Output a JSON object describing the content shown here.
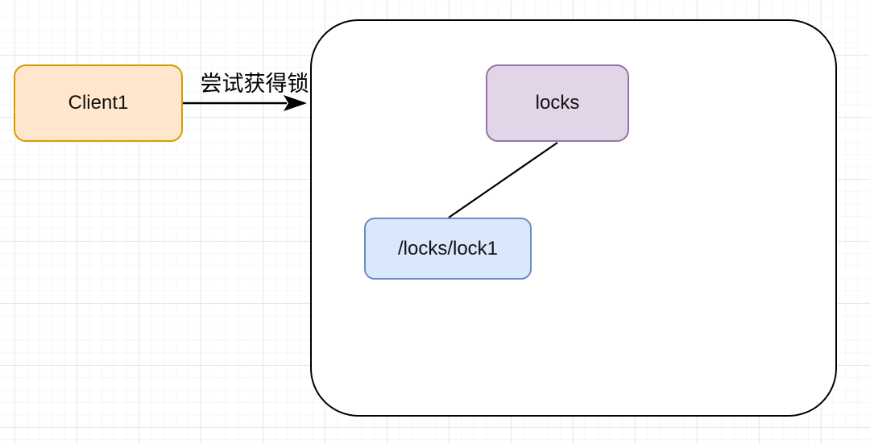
{
  "nodes": {
    "client": {
      "label": "Client1",
      "fill": "#ffe6cc",
      "border": "#d79b00"
    },
    "locks": {
      "label": "locks",
      "fill": "#e1d5e7",
      "border": "#9673a6"
    },
    "lock1": {
      "label": "/locks/lock1",
      "fill": "#dae8fc",
      "border": "#6c8ebf"
    }
  },
  "edges": {
    "acquire_lock": {
      "label": "尝试获得锁",
      "color": "#000000",
      "style": "solid-arrow-right"
    },
    "locks_to_lock1": {
      "color": "#000000",
      "style": "plain-line"
    }
  },
  "container": {
    "fill": "#ffffff",
    "border": "#000000"
  },
  "background": {
    "fill": "#ffffff",
    "grid_minor_color": "#f6f6f6",
    "grid_major_color": "#e7e7e7"
  }
}
